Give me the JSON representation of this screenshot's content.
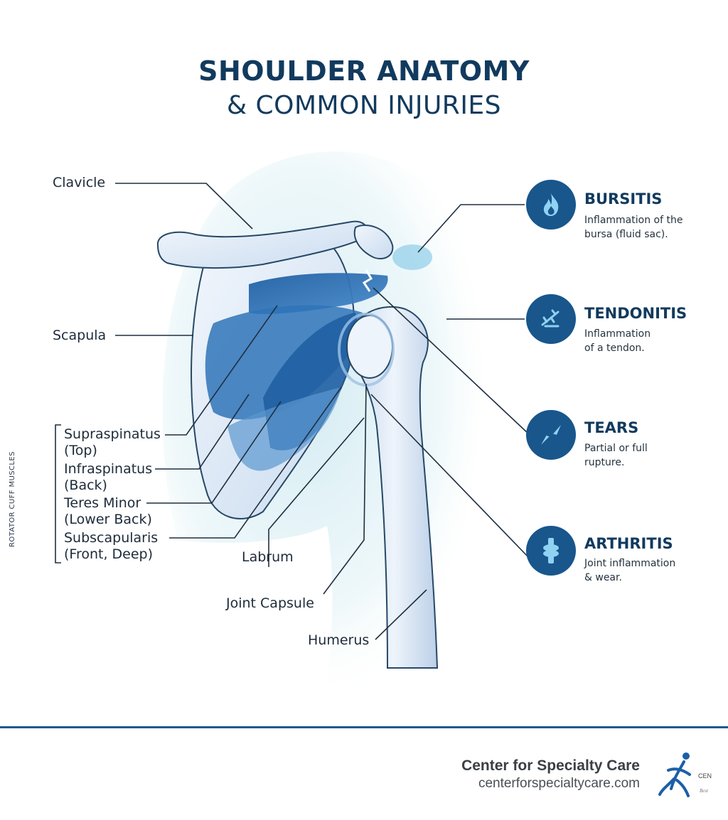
{
  "title": {
    "line1": "SHOULDER ANATOMY",
    "line2": "& COMMON INJURIES"
  },
  "anatomy_labels": {
    "clavicle": "Clavicle",
    "scapula": "Scapula",
    "rotator_cuff_group": "ROTATOR CUFF MUSCLES",
    "supraspinatus": "Supraspinatus",
    "supraspinatus_note": "(Top)",
    "infraspinatus": "Infraspinatus",
    "infraspinatus_note": "(Back)",
    "teres_minor": "Teres Minor",
    "teres_minor_note": "(Lower Back)",
    "subscapularis": "Subscapularis",
    "subscapularis_note": "(Front, Deep)",
    "labrum": "Labrum",
    "joint_capsule": "Joint Capsule",
    "humerus": "Humerus"
  },
  "injuries": [
    {
      "title": "BURSITIS",
      "desc_line1": "Inflammation of the",
      "desc_line2": "bursa (fluid sac).",
      "icon": "flame-icon"
    },
    {
      "title": "TENDONITIS",
      "desc_line1": "Inflammation",
      "desc_line2": "of a tendon.",
      "icon": "tendon-icon"
    },
    {
      "title": "TEARS",
      "desc_line1": "Partial or full",
      "desc_line2": "rupture.",
      "icon": "tear-icon"
    },
    {
      "title": "ARTHRITIS",
      "desc_line1": "Joint inflammation",
      "desc_line2": "& wear.",
      "icon": "joint-icon"
    }
  ],
  "footer": {
    "brand_name": "Center for Specialty Care",
    "brand_url": "centerforspecialtycare.com",
    "logo_abbr": "CEN",
    "logo_tagline": "Best"
  },
  "colors": {
    "title": "#123a5e",
    "accent": "#18568c",
    "muscle": "#2d6fb0",
    "bone": "#dfeaf6",
    "background_glow": "#cfe9f1"
  }
}
